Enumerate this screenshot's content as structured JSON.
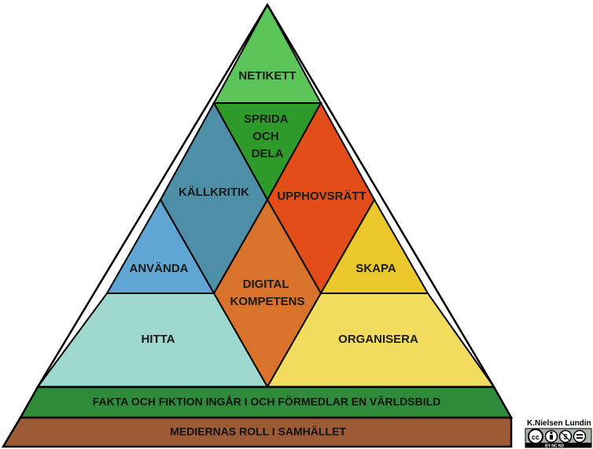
{
  "pyramid": {
    "segments": {
      "netikett": {
        "label": "NETIKETT",
        "color": "#5cc55a"
      },
      "sprida": {
        "lines": [
          "SPRIDA",
          "OCH",
          "DELA"
        ],
        "color": "#2e9a2a"
      },
      "kallkritik": {
        "label": "KÄLLKRITIK",
        "color": "#4d8fa7"
      },
      "upphovsratt": {
        "label": "UPPHOVSRÄTT",
        "color": "#e34d1a"
      },
      "anvanda": {
        "label": "ANVÄNDA",
        "color": "#5fa6d4"
      },
      "digital": {
        "lines": [
          "DIGITAL",
          "KOMPETENS"
        ],
        "color": "#d9722a"
      },
      "skapa": {
        "label": "SKAPA",
        "color": "#eac72a"
      },
      "hitta": {
        "label": "HITTA",
        "color": "#9fd8cf"
      },
      "organisera": {
        "label": "ORGANISERA",
        "color": "#f2dc5e"
      }
    },
    "bands": {
      "fakta": {
        "label": "FAKTA OCH FIKTION INGÅR I OCH FÖRMEDLAR EN VÄRLDSBILD",
        "color": "#2f8b3a"
      },
      "medier": {
        "label": "MEDIERNAS ROLL I SAMHÄLLET",
        "color": "#9c5b34"
      }
    }
  },
  "credit": {
    "author": "K.Nielsen Lundin",
    "license_text": "BY NC ND"
  }
}
